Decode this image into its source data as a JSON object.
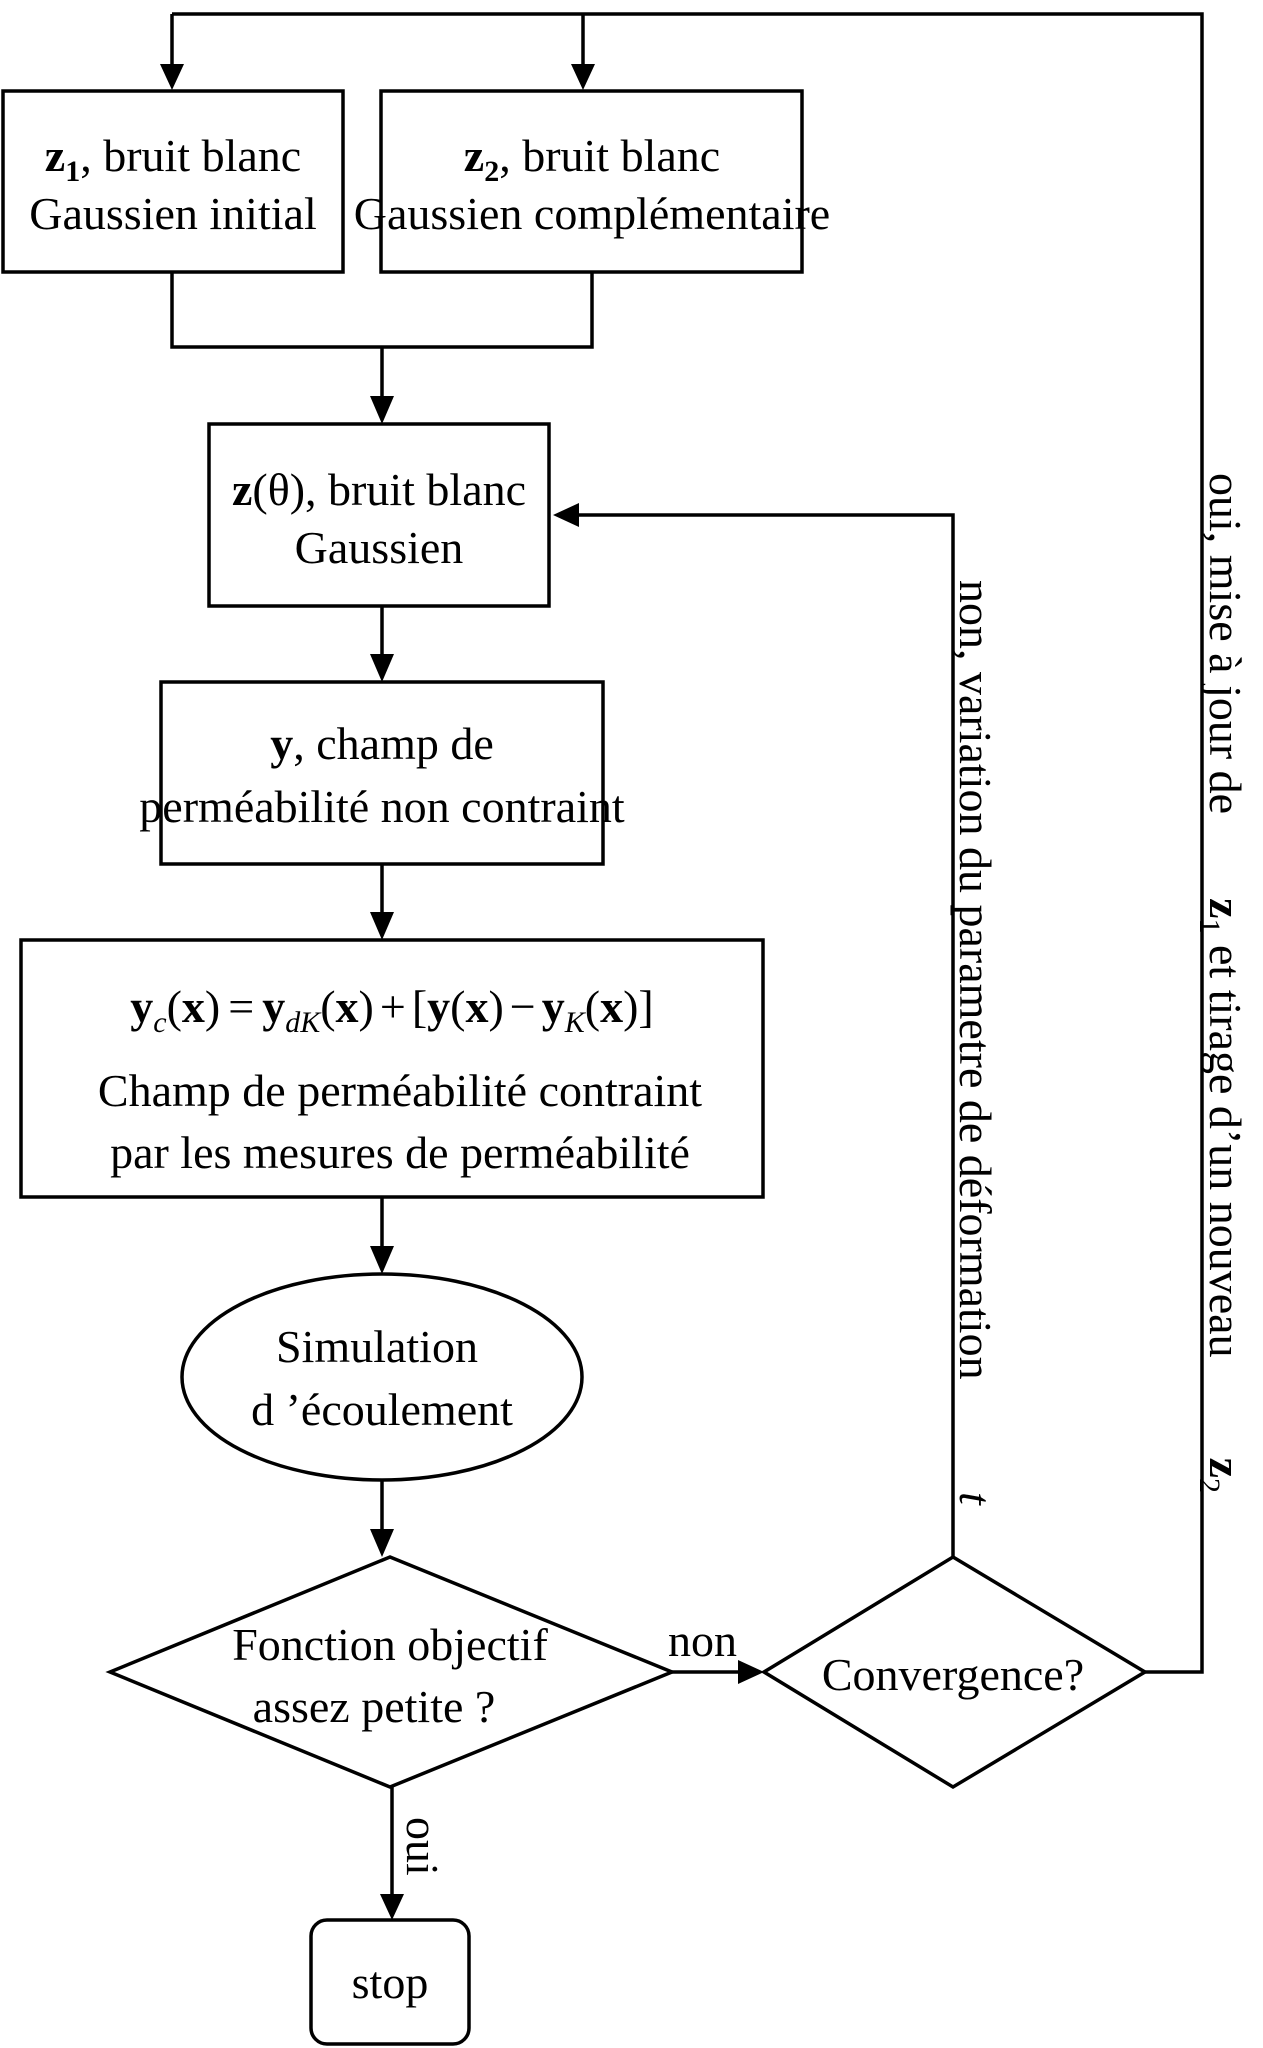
{
  "diagram": {
    "z1_box": {
      "symbol": "z",
      "subscript": "1",
      "line1_rest": ", bruit blanc",
      "line2": "Gaussien initial"
    },
    "z2_box": {
      "symbol": "z",
      "subscript": "2",
      "line1_rest": ", bruit blanc",
      "line2": "Gaussien complémentaire"
    },
    "z_theta_box": {
      "symbol": "z",
      "line1_rest": "(θ), bruit blanc",
      "line2": "Gaussien"
    },
    "y_box": {
      "symbol": "y",
      "line1_rest": ", champ de",
      "line2": "perméabilité non contraint"
    },
    "yc_box": {
      "formula": {
        "y": "y",
        "sub_c": "c",
        "x": "x",
        "equals": "=",
        "sub_dK": "dK",
        "plus": "+",
        "minus": "−",
        "sub_K": "K",
        "lparen": "(",
        "rparen": ")",
        "lbracket": "[",
        "rbracket": "]"
      },
      "line2": "Champ de perméabilité contraint",
      "line3": "par les mesures de perméabilité"
    },
    "simulation": {
      "line1": "Simulation",
      "line2": "d ’écoulement"
    },
    "objective": {
      "line1": "Fonction objectif",
      "line2": "assez petite ?"
    },
    "convergence": {
      "label": "Convergence?"
    },
    "stop": {
      "label": "stop"
    },
    "labels": {
      "non": "non",
      "oui": "oui",
      "non_variation": "non, variation du parametre de déformation",
      "t": "t",
      "oui_update": "oui, mise à jour de",
      "z1_symbol": "z",
      "z1_sub": "1",
      "tirage_text": " et tirage d’un nouveau",
      "z2_symbol": "z",
      "z2_sub": "2"
    }
  }
}
